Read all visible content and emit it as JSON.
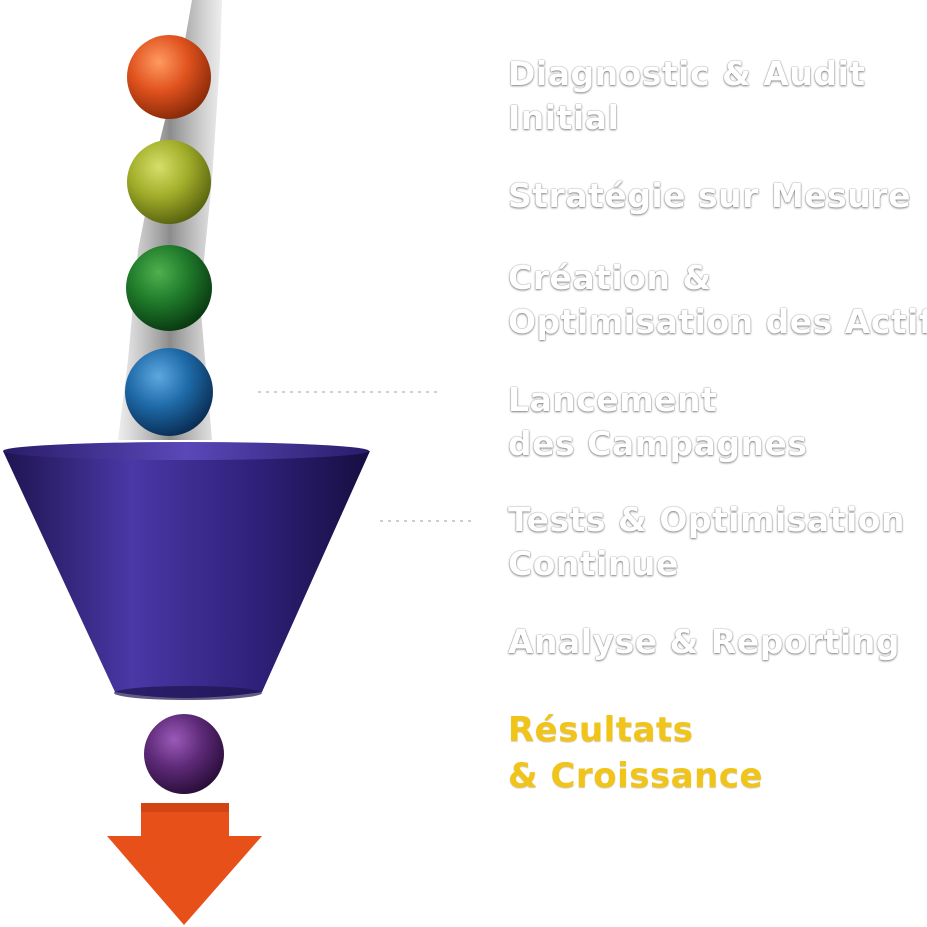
{
  "steps": [
    {
      "lines": [
        "Diagnostic & Audit",
        "Initial"
      ]
    },
    {
      "lines": [
        "Stratégie sur Mesure"
      ]
    },
    {
      "lines": [
        "Création &",
        "Optimisation des Actifs"
      ]
    },
    {
      "lines": [
        "Lancement",
        "des Campagnes"
      ]
    },
    {
      "lines": [
        "Tests & Optimisation",
        "Continue"
      ]
    },
    {
      "lines": [
        "Analyse & Reporting"
      ]
    }
  ],
  "result": {
    "lines": [
      "Résultats",
      "& Croissance"
    ]
  },
  "colors": {
    "ball_1": "#e0521e",
    "ball_2": "#a2ae2a",
    "ball_3": "#1f7a2a",
    "ball_4": "#1e6aa8",
    "funnel": "#3a2a86",
    "output_ball": "#5e2a78",
    "arrow": "#e8501a",
    "result_text": "#f0c419",
    "step_text": "#ffffff"
  }
}
